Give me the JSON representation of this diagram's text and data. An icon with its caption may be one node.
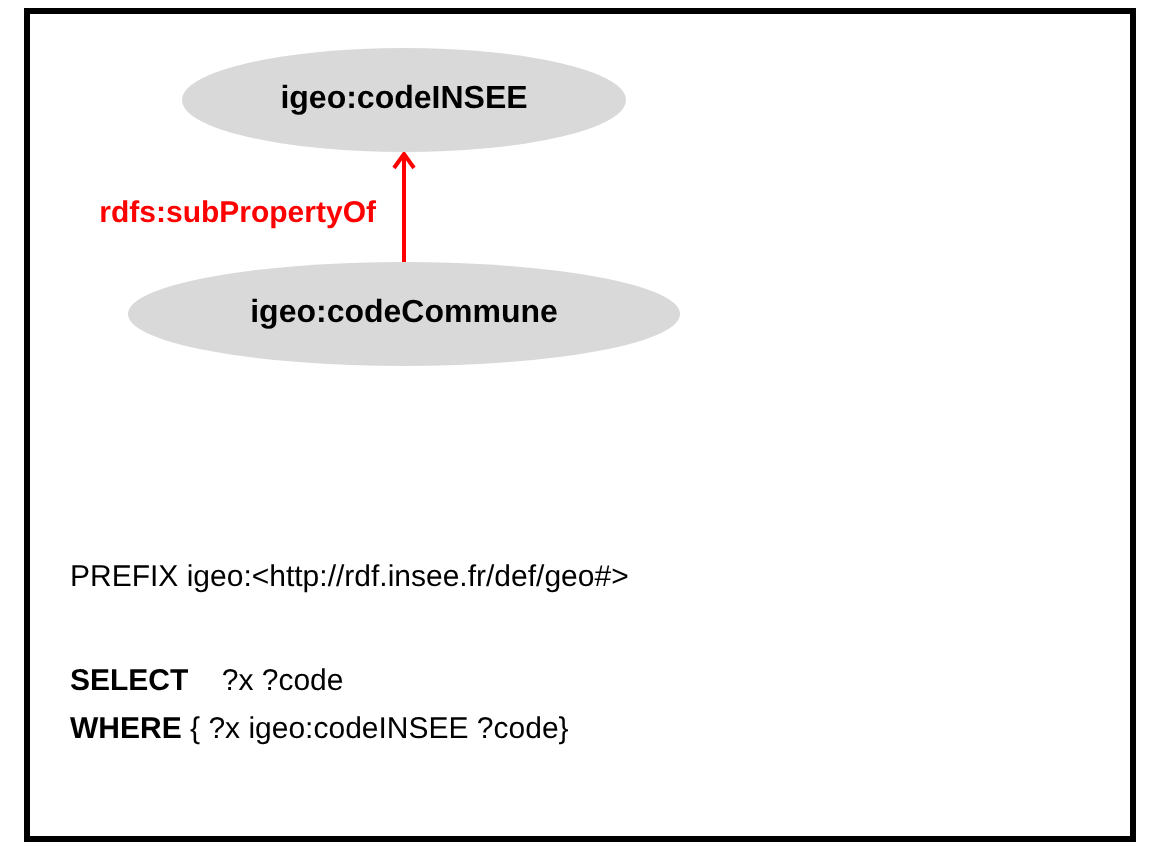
{
  "diagram": {
    "nodes": [
      {
        "text": [
          "igeo:codeINSEE"
        ]
      },
      {
        "text": [
          "igeo:codeCommune"
        ]
      }
    ],
    "edges": [
      {
        "from": 1,
        "to": 0,
        "arrow": "to",
        "label": "rdfs:subPropertyOf",
        "color": "#ff0000"
      }
    ],
    "labels": [
      "PREFIX igeo:<http://rdf.insee.fr/def/geo#>",
      "**SELECT**    ?x ?code",
      "**WHERE** { ?x igeo:codeINSEE ?code}"
    ]
  }
}
